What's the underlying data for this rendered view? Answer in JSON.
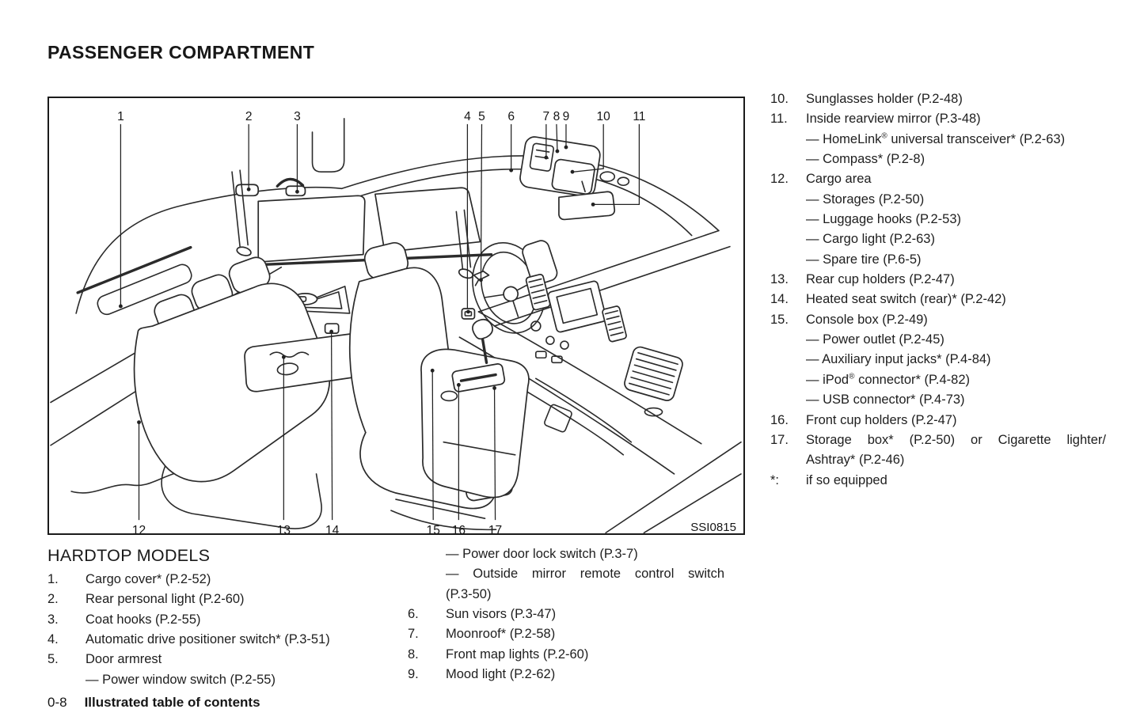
{
  "page": {
    "title": "PASSENGER COMPARTMENT",
    "section_heading": "HARDTOP MODELS",
    "figure_code": "SSI0815",
    "footer": {
      "page_number": "0-8",
      "footer_title": "Illustrated table of contents"
    }
  },
  "right_column": {
    "rows": [
      {
        "num": "10.",
        "text": "Sunglasses holder (P.2-48)"
      },
      {
        "num": "11.",
        "text": "Inside rearview mirror (P.3-48)"
      },
      {
        "num": "",
        "pre": "— HomeLink",
        "sup": "®",
        "post": " universal transceiver* (P.2-63)"
      },
      {
        "num": "",
        "text": "— Compass* (P.2-8)"
      },
      {
        "num": "12.",
        "text": "Cargo area"
      },
      {
        "num": "",
        "text": "— Storages (P.2-50)"
      },
      {
        "num": "",
        "text": "— Luggage hooks (P.2-53)"
      },
      {
        "num": "",
        "text": "— Cargo light (P.2-63)"
      },
      {
        "num": "",
        "text": "— Spare tire (P.6-5)"
      },
      {
        "num": "13.",
        "text": "Rear cup holders (P.2-47)"
      },
      {
        "num": "14.",
        "text": "Heated seat switch (rear)* (P.2-42)"
      },
      {
        "num": "15.",
        "text": "Console box (P.2-49)"
      },
      {
        "num": "",
        "text": "— Power outlet (P.2-45)"
      },
      {
        "num": "",
        "text": "— Auxiliary input jacks* (P.4-84)"
      },
      {
        "num": "",
        "pre": "— iPod",
        "sup": "®",
        "post": " connector* (P.4-82)"
      },
      {
        "num": "",
        "text": "— USB connector* (P.4-73)"
      },
      {
        "num": "16.",
        "text": "Front cup holders (P.2-47)"
      },
      {
        "num": "17.",
        "text": "Storage box* (P.2-50) or Cigarette lighter/"
      },
      {
        "num": "",
        "text": "Ashtray* (P.2-46)"
      },
      {
        "num": "*:",
        "text": "if so equipped"
      }
    ]
  },
  "left_list": {
    "rows": [
      {
        "num": "1.",
        "text": "Cargo cover* (P.2-52)"
      },
      {
        "num": "2.",
        "text": "Rear personal light (P.2-60)"
      },
      {
        "num": "3.",
        "text": "Coat hooks (P.2-55)"
      },
      {
        "num": "4.",
        "text": "Automatic drive positioner switch* (P.3-51)"
      },
      {
        "num": "5.",
        "text": "Door armrest"
      },
      {
        "num": "",
        "text": "— Power window switch (P.2-55)"
      }
    ]
  },
  "mid_list": {
    "rows": [
      {
        "num": "",
        "text": "— Power door lock switch (P.3-7)"
      },
      {
        "num": "",
        "text": "— Outside mirror remote control switch"
      },
      {
        "num": "",
        "text": "(P.3-50)"
      },
      {
        "num": "6.",
        "text": "Sun visors (P.3-47)"
      },
      {
        "num": "7.",
        "text": "Moonroof* (P.2-58)"
      },
      {
        "num": "8.",
        "text": "Front map lights (P.2-60)"
      },
      {
        "num": "9.",
        "text": "Mood light (P.2-62)"
      }
    ]
  },
  "diagram": {
    "callouts_top": [
      {
        "label": "1"
      },
      {
        "label": "2"
      },
      {
        "label": "3"
      },
      {
        "label": "4"
      },
      {
        "label": "5"
      },
      {
        "label": "6"
      },
      {
        "label": "7"
      },
      {
        "label": "8"
      },
      {
        "label": "9"
      },
      {
        "label": "10"
      },
      {
        "label": "11"
      }
    ],
    "callouts_bottom": [
      {
        "label": "12"
      },
      {
        "label": "13"
      },
      {
        "label": "14"
      },
      {
        "label": "15"
      },
      {
        "label": "16"
      },
      {
        "label": "17"
      }
    ]
  }
}
